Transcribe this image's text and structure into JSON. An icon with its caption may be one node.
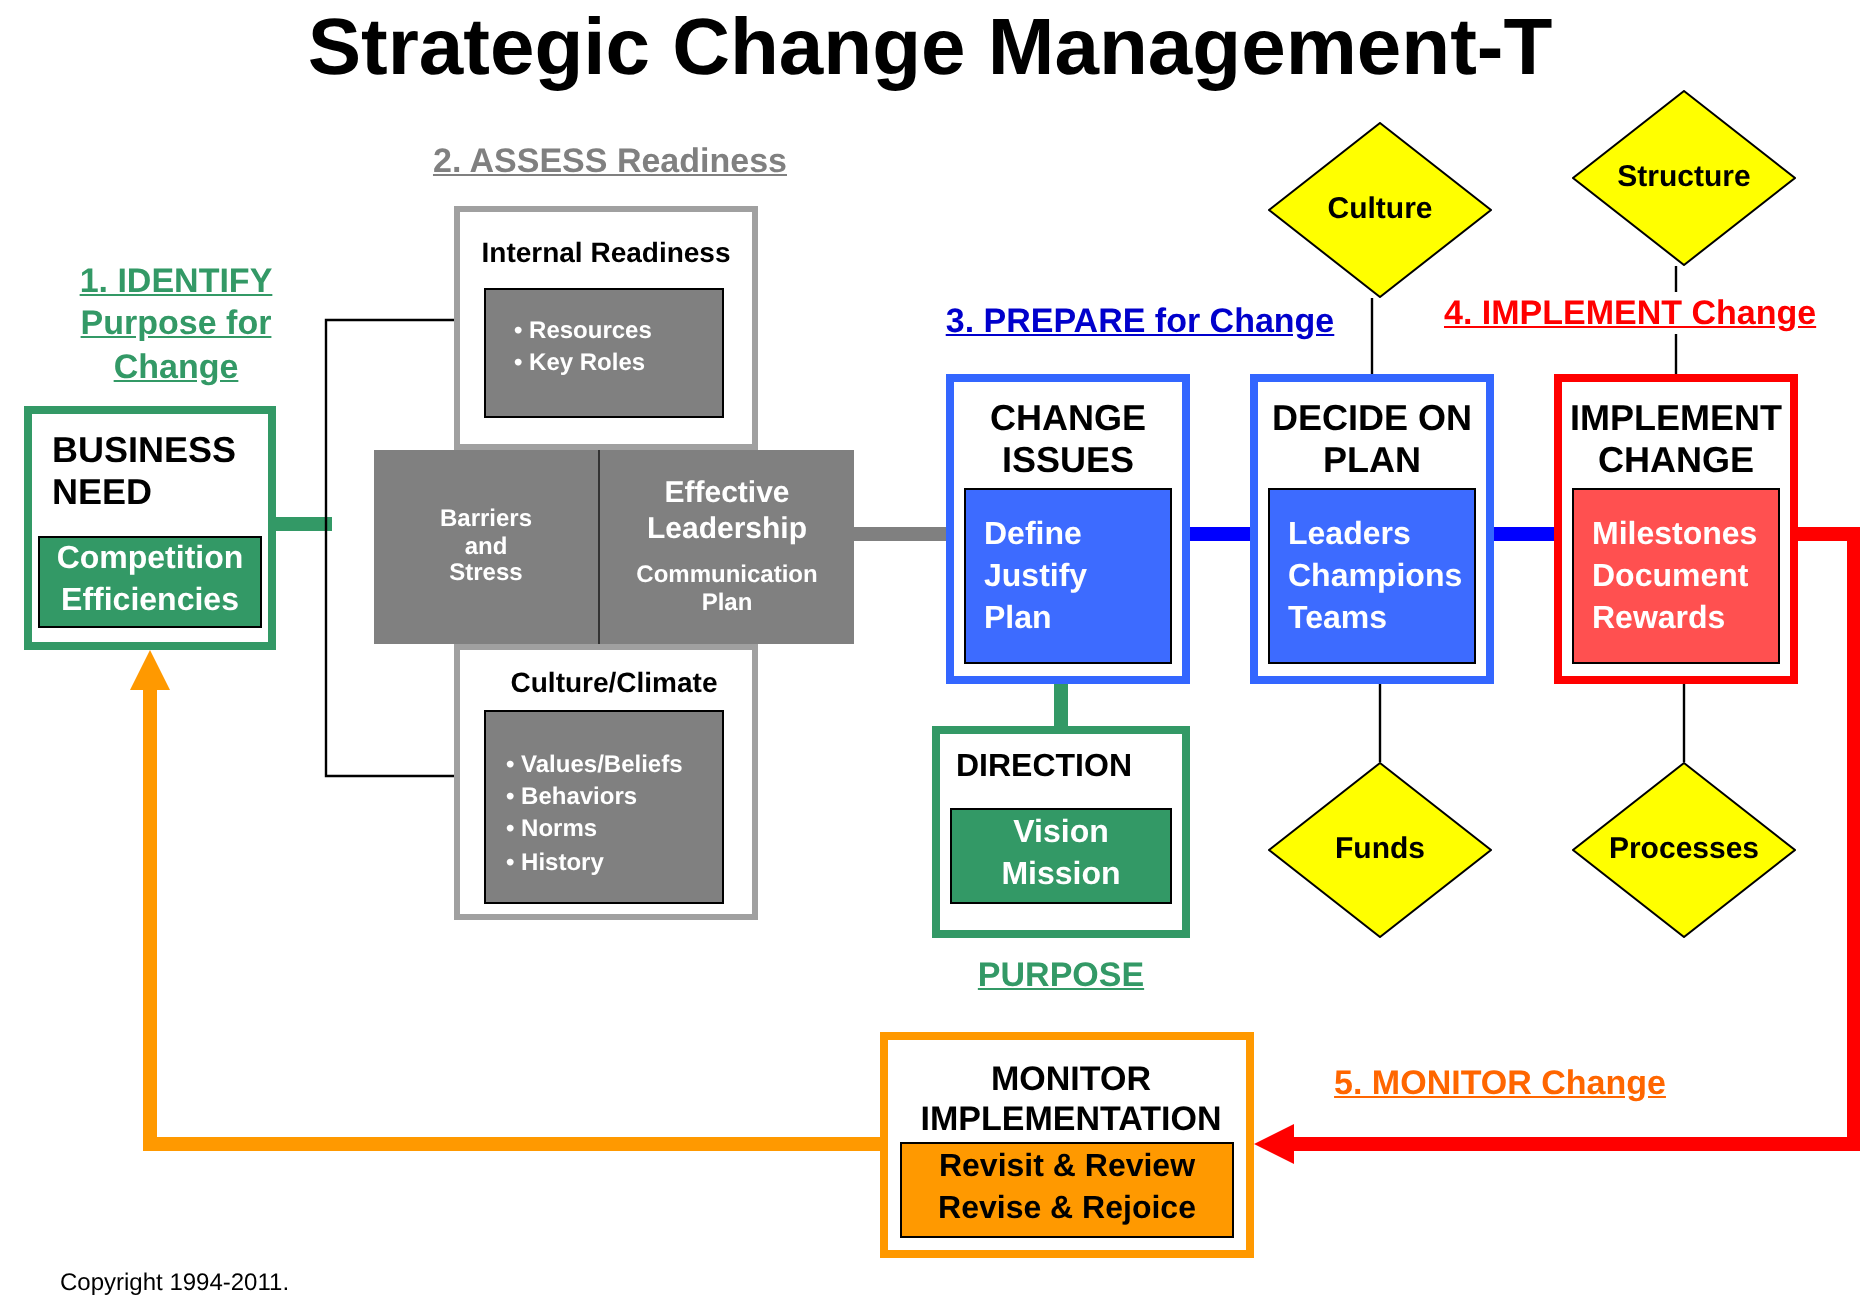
{
  "diagram": {
    "title": "Strategic Change Management-T",
    "nodes": [
      {
        "text": [
          "BUSINESS NEED"
        ]
      },
      {
        "text": [
          "Competition Efficiencies"
        ],
        "in": 0
      },
      {
        "text": [
          "Internal Readiness"
        ]
      },
      {
        "text": [
          "• Resources",
          "• Key Roles"
        ],
        "in": 2
      },
      {
        "text": [
          "Barriers and Stress"
        ]
      },
      {
        "text": [
          "Effective Leadership",
          "Communication Plan"
        ]
      },
      {
        "text": [
          "Culture/Climate"
        ]
      },
      {
        "text": [
          "• Values/Beliefs",
          "• Behaviors",
          "• Norms",
          "• History"
        ],
        "in": 6
      },
      {
        "text": [
          "CHANGE ISSUES"
        ]
      },
      {
        "text": [
          "Define",
          "Justify",
          "Plan"
        ],
        "in": 8
      },
      {
        "text": [
          "DIRECTION"
        ],
        "beside": [
          "PURPOSE"
        ]
      },
      {
        "text": [
          "Vision Mission"
        ],
        "in": 10
      },
      {
        "text": [
          "DECIDE ON PLAN"
        ]
      },
      {
        "text": [
          "Leaders",
          "Champions",
          "Teams"
        ],
        "in": 12
      },
      {
        "text": [
          "IMPLEMENT CHANGE"
        ]
      },
      {
        "text": [
          "Milestones",
          "Document",
          "Rewards"
        ],
        "in": 14
      },
      {
        "text": [
          "Culture"
        ]
      },
      {
        "text": [
          "Funds"
        ]
      },
      {
        "text": [
          "Structure"
        ]
      },
      {
        "text": [
          "Processes"
        ]
      },
      {
        "text": [
          "MONITOR IMPLEMENTATION"
        ]
      },
      {
        "text": [
          "Revisit & Review Revise & Rejoice"
        ],
        "in": 20
      }
    ],
    "edges": [
      {
        "from": 0,
        "to": 2,
        "arrow": "none"
      },
      {
        "from": 0,
        "to": 6,
        "arrow": "none"
      },
      {
        "from": 5,
        "to": 8,
        "arrow": "none",
        "style": "thick",
        "color": "#808080"
      },
      {
        "from": 8,
        "to": 12,
        "arrow": "none",
        "style": "thick",
        "color": "#0000ff"
      },
      {
        "from": 12,
        "to": 14,
        "arrow": "none",
        "style": "thick",
        "color": "#0000ff"
      },
      {
        "from": 8,
        "to": 10,
        "arrow": "none",
        "style": "thick",
        "color": "#339966"
      },
      {
        "from": 16,
        "to": 12,
        "arrow": "none"
      },
      {
        "from": 12,
        "to": 17,
        "arrow": "none"
      },
      {
        "from": 18,
        "to": 14,
        "arrow": "none"
      },
      {
        "from": 14,
        "to": 19,
        "arrow": "none"
      },
      {
        "from": 14,
        "to": 20,
        "arrow": "to",
        "style": "thick",
        "color": "#ff0000"
      },
      {
        "from": 20,
        "to": 0,
        "arrow": "to",
        "style": "thick",
        "color": "#ff9900"
      }
    ],
    "labels": [
      "1. IDENTIFY Purpose for Change",
      "2. ASSESS Readiness",
      "3. PREPARE for Change",
      "4. IMPLEMENT Change",
      "5. MONITOR Change",
      "Copyright 1994-2011."
    ]
  }
}
